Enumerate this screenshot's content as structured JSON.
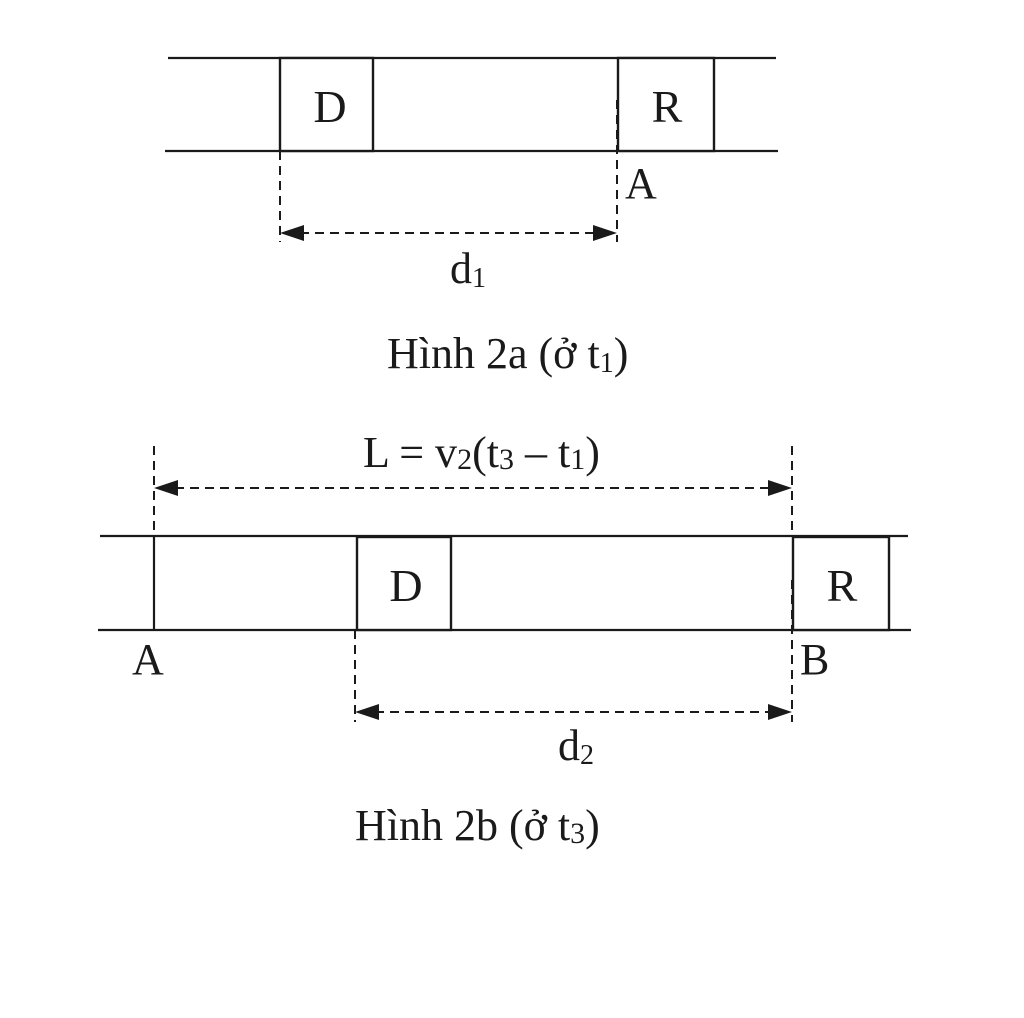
{
  "figure_a": {
    "box_left": "D",
    "box_right": "R",
    "point": "A",
    "distance": {
      "main": "d",
      "sub": "1"
    },
    "caption": {
      "prefix": "Hình 2a (ở t",
      "sub": "1",
      "suffix": ")"
    }
  },
  "figure_b": {
    "length_label": {
      "part1": "L = v",
      "sub1": "2",
      "part2": "(t",
      "sub2": "3",
      "part3": " – t",
      "sub3": "1",
      "part4": ")"
    },
    "box_left": "D",
    "box_right": "R",
    "point_left": "A",
    "point_right": "B",
    "distance": {
      "main": "d",
      "sub": "2"
    },
    "caption": {
      "prefix": "Hình 2b (ở t",
      "sub": "3",
      "suffix": ")"
    }
  }
}
